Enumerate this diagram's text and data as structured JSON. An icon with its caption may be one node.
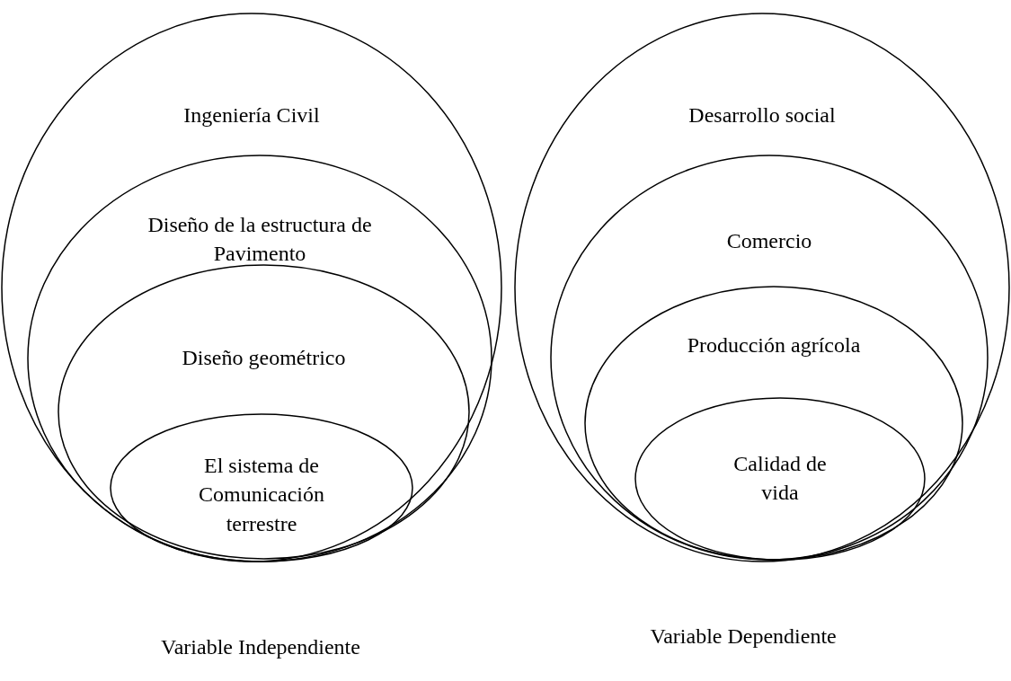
{
  "diagram": {
    "nodes": [
      {
        "text": [
          "Ingeniería Civil"
        ]
      },
      {
        "text": [
          "Diseño de la estructura de Pavimento"
        ],
        "in": 0
      },
      {
        "text": [
          "Diseño geométrico"
        ],
        "in": 1
      },
      {
        "text": [
          "El sistema de Comunicación terrestre"
        ],
        "in": 2
      },
      {
        "text": [
          "Desarrollo social"
        ]
      },
      {
        "text": [
          "Comercio"
        ],
        "in": 4
      },
      {
        "text": [
          "Producción agrícola"
        ],
        "in": 5
      },
      {
        "text": [
          "Calidad de vida"
        ],
        "in": 6
      }
    ],
    "labels": [
      "Variable Independiente",
      "Variable Dependiente"
    ]
  }
}
